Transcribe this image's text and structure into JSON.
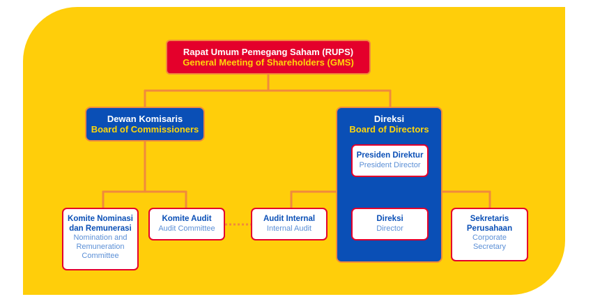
{
  "colors": {
    "background": "#ffce0a",
    "connector": "#f08a3c",
    "rups_fill": "#e4002b",
    "board_fill": "#0a4fb6",
    "card_border": "#e4002b",
    "title_blue": "#0a4fb6",
    "subtitle_blue": "#5b8fd6",
    "subtitle_yellow": "#ffd60a"
  },
  "rups": {
    "title": "Rapat Umum Pemegang Saham (RUPS)",
    "subtitle": "General Meeting of Shareholders (GMS)"
  },
  "commissioners": {
    "title": "Dewan Komisaris",
    "subtitle": "Board of Commissioners"
  },
  "directors": {
    "title": "Direksi",
    "subtitle": "Board of Directors"
  },
  "president": {
    "title": "Presiden Direktur",
    "subtitle": "President Director"
  },
  "nomination": {
    "title_lines": [
      "Komite Nominasi",
      "dan Remunerasi"
    ],
    "subtitle_lines": [
      "Nomination and",
      "Remuneration",
      "Committee"
    ]
  },
  "audit_committee": {
    "title": "Komite Audit",
    "subtitle": "Audit Committee"
  },
  "internal_audit": {
    "title": "Audit Internal",
    "subtitle": "Internal Audit"
  },
  "director": {
    "title": "Direksi",
    "subtitle": "Director"
  },
  "secretary": {
    "title_lines": [
      "Sekretaris",
      "Perusahaan"
    ],
    "subtitle_lines": [
      "Corporate",
      "Secretary"
    ]
  }
}
